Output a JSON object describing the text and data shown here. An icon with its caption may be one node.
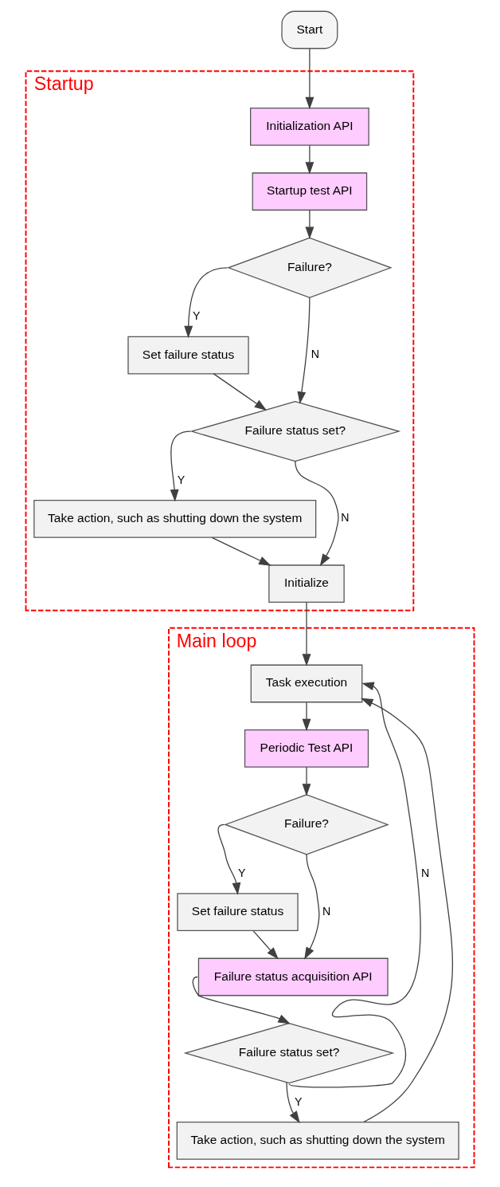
{
  "diagram": {
    "nodes": [
      {
        "text": [
          "Start"
        ]
      },
      {
        "text": [
          "Startup"
        ]
      },
      {
        "text": [
          "Initialization API"
        ],
        "in": 1
      },
      {
        "text": [
          "Startup test API"
        ],
        "in": 1
      },
      {
        "text": [
          "Failure?"
        ],
        "in": 1
      },
      {
        "text": [
          "Set failure status"
        ],
        "in": 1
      },
      {
        "text": [
          "Failure status set?"
        ],
        "in": 1
      },
      {
        "text": [
          "Take action, such as shutting down the system"
        ],
        "in": 1
      },
      {
        "text": [
          "Initialize"
        ],
        "in": 1
      },
      {
        "text": [
          "Main loop"
        ]
      },
      {
        "text": [
          "Task execution"
        ],
        "in": 9
      },
      {
        "text": [
          "Periodic Test API"
        ],
        "in": 9
      },
      {
        "text": [
          "Failure?"
        ],
        "in": 9
      },
      {
        "text": [
          "Set failure status"
        ],
        "in": 9
      },
      {
        "text": [
          "Failure status acquisition API"
        ],
        "in": 9
      },
      {
        "text": [
          "Failure status set?"
        ],
        "in": 9
      },
      {
        "text": [
          "Take action, such as shutting down the system"
        ],
        "in": 9
      }
    ],
    "edges": [
      {
        "from": 0,
        "to": 2,
        "arrow": "to"
      },
      {
        "from": 2,
        "to": 3,
        "arrow": "to"
      },
      {
        "from": 3,
        "to": 4,
        "arrow": "to"
      },
      {
        "from": 4,
        "to": 5,
        "arrow": "to",
        "label": "Y"
      },
      {
        "from": 4,
        "to": 6,
        "arrow": "to",
        "label": "N"
      },
      {
        "from": 5,
        "to": 6,
        "arrow": "to"
      },
      {
        "from": 6,
        "to": 7,
        "arrow": "to",
        "label": "Y"
      },
      {
        "from": 6,
        "to": 8,
        "arrow": "to",
        "label": "N"
      },
      {
        "from": 7,
        "to": 8,
        "arrow": "to"
      },
      {
        "from": 8,
        "to": 10,
        "arrow": "to"
      },
      {
        "from": 10,
        "to": 11,
        "arrow": "to"
      },
      {
        "from": 11,
        "to": 12,
        "arrow": "to"
      },
      {
        "from": 12,
        "to": 13,
        "arrow": "to",
        "label": "Y"
      },
      {
        "from": 12,
        "to": 14,
        "arrow": "to",
        "label": "N"
      },
      {
        "from": 13,
        "to": 14,
        "arrow": "to"
      },
      {
        "from": 14,
        "to": 15,
        "arrow": "to"
      },
      {
        "from": 15,
        "to": 16,
        "arrow": "to",
        "label": "Y"
      },
      {
        "from": 15,
        "to": 10,
        "arrow": "to",
        "label": "N"
      },
      {
        "from": 16,
        "to": 10,
        "arrow": "to"
      }
    ]
  }
}
